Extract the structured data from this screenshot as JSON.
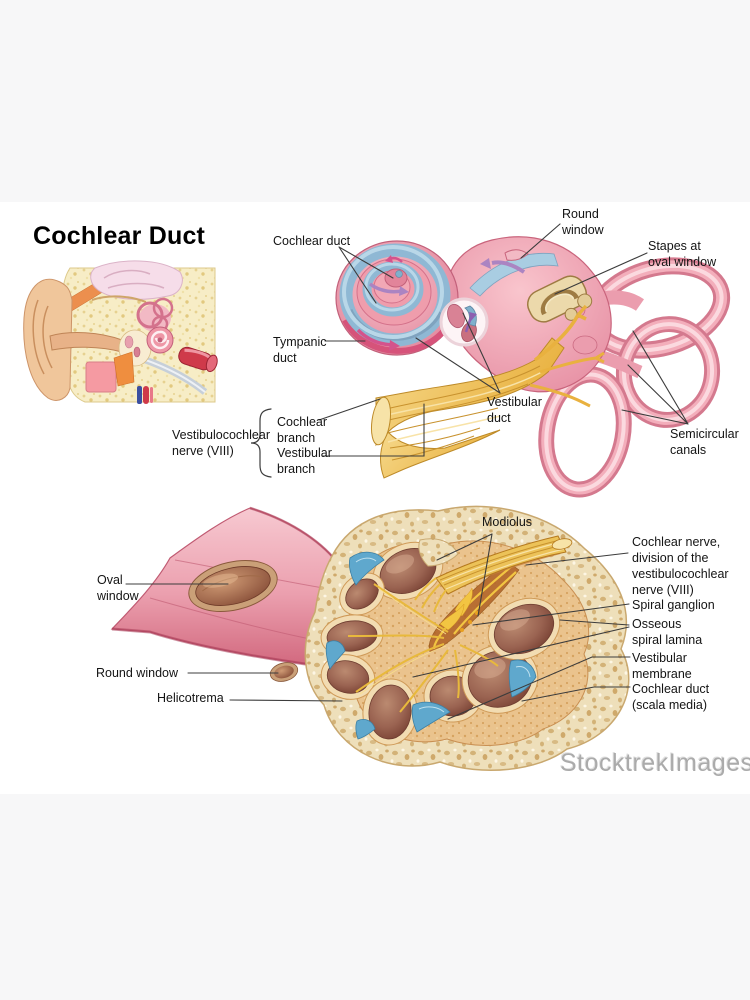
{
  "title": "Cochlear Duct",
  "watermark": "StocktrekImages",
  "top_figure": {
    "labels": {
      "cochlear_duct": "Cochlear duct",
      "round_window": "Round\nwindow",
      "stapes_oval_window": "Stapes at\noval window",
      "tympanic_duct": "Tympanic\nduct",
      "vestibular_duct": "Vestibular\nduct",
      "semicircular_canals": "Semicircular\ncanals",
      "vestibulocochlear_nerve": "Vestibulocochlear\nnerve (VIII)",
      "cochlear_branch": "Cochlear\nbranch",
      "vestibular_branch": "Vestibular\nbranch"
    }
  },
  "bottom_figure": {
    "labels": {
      "modiolus": "Modiolus",
      "cochlear_nerve": "Cochlear nerve,\ndivision of the\nvestibulocochlear\nnerve (VIII)",
      "spiral_ganglion": "Spiral ganglion",
      "osseous_spiral_lamina": "Osseous\nspiral lamina",
      "vestibular_membrane": "Vestibular\nmembrane",
      "cochlear_duct_scala_media": "Cochlear duct\n(scala media)",
      "oval_window": "Oval\nwindow",
      "round_window": "Round window",
      "helicotrema": "Helicotrema"
    }
  },
  "palette": {
    "page_bg": "#f7f7f8",
    "content_bg": "#ffffff",
    "label_text": "#141414",
    "leader_line": "#3c3c3c",
    "cochlea_pink": "#f2a3b1",
    "cochlea_pink_deep": "#d6537a",
    "duct_blue": "#8fb8d4",
    "nerve_yellow": "#ecc258",
    "bone_beige": "#eedfba",
    "chamber_brown": "#96604e",
    "scala_media_blue": "#5fa8cd",
    "stapes_beige": "#ecd9ab",
    "arrow_purple": "#ab84c2",
    "watermark_gray": "#ababab"
  }
}
